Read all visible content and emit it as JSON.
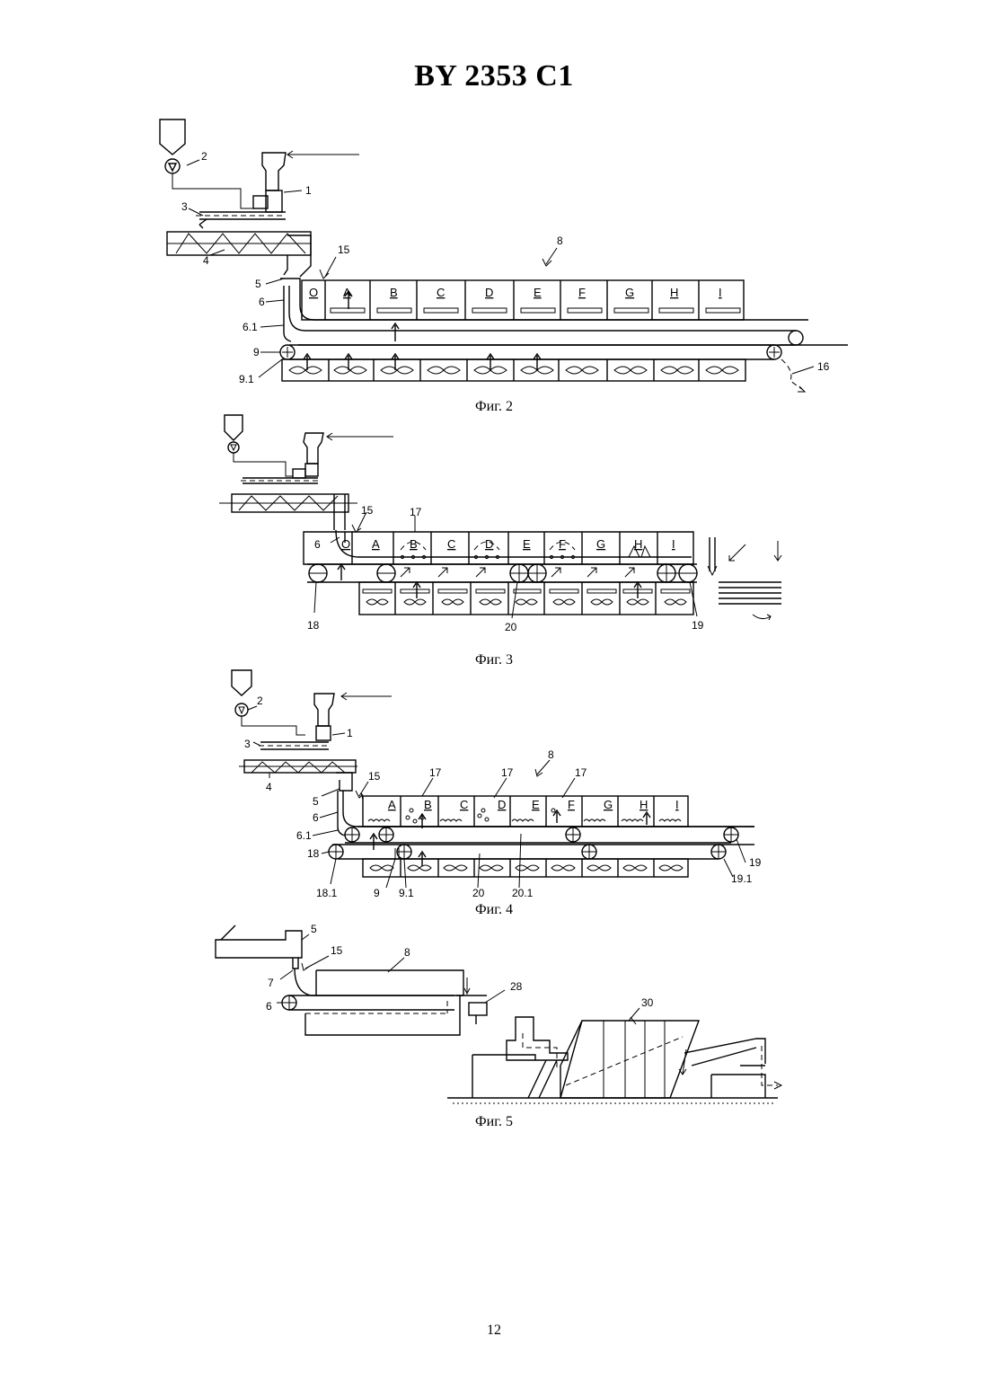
{
  "header": {
    "document_id": "BY 2353 C1"
  },
  "figures": [
    {
      "caption": "Фиг. 2",
      "zones": [
        "O",
        "A",
        "B",
        "C",
        "D",
        "E",
        "F",
        "G",
        "H",
        "I"
      ],
      "callouts": [
        "1",
        "2",
        "3",
        "4",
        "5",
        "6",
        "6.1",
        "8",
        "9",
        "9.1",
        "15",
        "16"
      ]
    },
    {
      "caption": "Фиг. 3",
      "zones": [
        "O",
        "A",
        "B",
        "C",
        "D",
        "E",
        "F",
        "G",
        "H",
        "I"
      ],
      "callouts": [
        "6",
        "15",
        "17",
        "18",
        "19",
        "20"
      ]
    },
    {
      "caption": "Фиг. 4",
      "zones": [
        "A",
        "B",
        "C",
        "D",
        "E",
        "F",
        "G",
        "H",
        "I"
      ],
      "callouts": [
        "1",
        "2",
        "3",
        "4",
        "5",
        "6",
        "6.1",
        "8",
        "9",
        "9.1",
        "15",
        "17",
        "17",
        "17",
        "18",
        "18.1",
        "19",
        "19.1",
        "20",
        "20.1"
      ]
    },
    {
      "caption": "Фиг. 5",
      "callouts": [
        "5",
        "6",
        "7",
        "8",
        "15",
        "28",
        "30"
      ]
    }
  ],
  "footer": {
    "page_number": "12"
  }
}
